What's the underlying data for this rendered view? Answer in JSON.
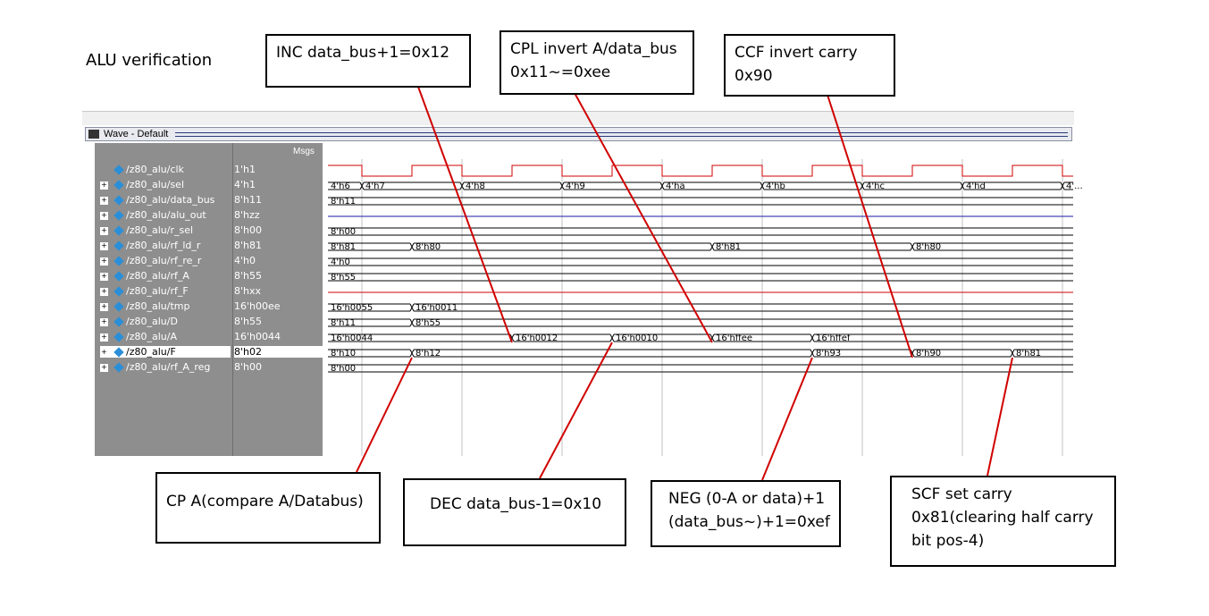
{
  "page_title": "ALU verification",
  "window": {
    "title": "Wave - Default"
  },
  "value_column_header": "Msgs",
  "signals": [
    {
      "name": "/z80_alu/clk",
      "value": "1'h1",
      "expandable": false
    },
    {
      "name": "/z80_alu/sel",
      "value": "4'h1",
      "expandable": true
    },
    {
      "name": "/z80_alu/data_bus",
      "value": "8'h11",
      "expandable": true
    },
    {
      "name": "/z80_alu/alu_out",
      "value": "8'hzz",
      "expandable": true
    },
    {
      "name": "/z80_alu/r_sel",
      "value": "8'h00",
      "expandable": true
    },
    {
      "name": "/z80_alu/rf_ld_r",
      "value": "8'h81",
      "expandable": true
    },
    {
      "name": "/z80_alu/rf_re_r",
      "value": "4'h0",
      "expandable": true
    },
    {
      "name": "/z80_alu/rf_A",
      "value": "8'h55",
      "expandable": true
    },
    {
      "name": "/z80_alu/rf_F",
      "value": "8'hxx",
      "expandable": true
    },
    {
      "name": "/z80_alu/tmp",
      "value": "16'h00ee",
      "expandable": true
    },
    {
      "name": "/z80_alu/D",
      "value": "8'h55",
      "expandable": true
    },
    {
      "name": "/z80_alu/A",
      "value": "16'h0044",
      "expandable": true
    },
    {
      "name": "/z80_alu/F",
      "value": "8'h02",
      "expandable": true,
      "selected": true
    },
    {
      "name": "/z80_alu/rf_A_reg",
      "value": "8'h00",
      "expandable": true
    }
  ],
  "wave_labels": {
    "sel": [
      "4'h6",
      "4'h7",
      "4'h8",
      "4'h9",
      "4'ha",
      "4'hb",
      "4'hc",
      "4'hd",
      "4'..."
    ],
    "data_bus": [
      "8'h11"
    ],
    "r_sel": [
      "8'h00"
    ],
    "rf_ld_r": [
      "8'h81",
      "8'h80",
      "8'h81",
      "8'h80"
    ],
    "rf_re_r": [
      "4'h0"
    ],
    "rf_A": [
      "8'h55"
    ],
    "tmp": [
      "16'h0055",
      "16'h0011"
    ],
    "D": [
      "8'h11",
      "8'h55"
    ],
    "A": [
      "16'h0044",
      "16'h0012",
      "16'h0010",
      "16'hffee",
      "16'hffef"
    ],
    "F": [
      "8'h10",
      "8'h12",
      "8'h93",
      "8'h90",
      "8'h81"
    ],
    "rf_A_reg": [
      "8'h00"
    ]
  },
  "annotations": {
    "inc": "INC data_bus+1=0x12",
    "cpl": "CPL invert A/data_bus\n0x11~=0xee",
    "ccf": "CCF invert carry\n0x90",
    "cp": "CP A(compare A/Databus)",
    "dec": "DEC data_bus-1=0x10",
    "neg": "NEG (0-A or data)+1\n(data_bus~)+1=0xef",
    "scf": "SCF set carry\n0x81(clearing half carry\nbit pos-4)"
  },
  "colors": {
    "clock": "#d00000",
    "bus": "#000000",
    "hiz": "#1a1aa0",
    "unknown": "#d00000",
    "pointer": "#d00000",
    "pane": "#8e8e8e"
  }
}
